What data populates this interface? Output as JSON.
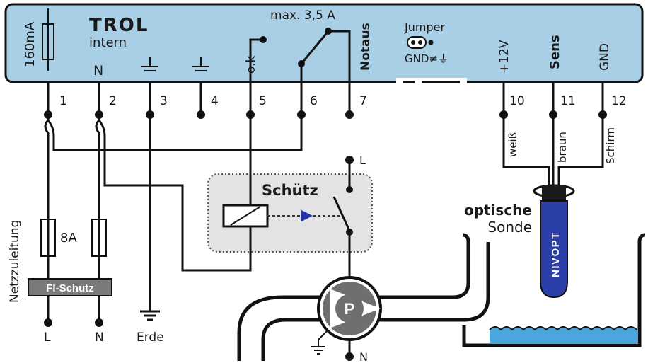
{
  "controller": {
    "brand": "TROL",
    "brand_sub": "intern",
    "fuse": "160mA",
    "relay_rating": "max. 3,5 A",
    "jumper_title": "Jumper",
    "jumper_label": "GND≠⏚",
    "headers": {
      "n": "N",
      "ok": "o.k",
      "notaus": "Notaus",
      "plus12": "+12V",
      "sens": "Sens",
      "gnd": "GND"
    },
    "terminals": [
      "1",
      "2",
      "3",
      "4",
      "5",
      "6",
      "7",
      "10",
      "11",
      "12"
    ]
  },
  "mains": {
    "label": "Netzzuleitung",
    "fuse": "8A",
    "fi": "FI-Schutz",
    "l": "L",
    "n": "N",
    "earth": "Erde"
  },
  "contactor": {
    "label": "Schütz",
    "l_label": "L"
  },
  "pump": {
    "symbol": "P",
    "n_label": "N"
  },
  "cable": {
    "weiss": "weiß",
    "braun": "braun",
    "schirm": "Schirm"
  },
  "sensor": {
    "line1": "optische",
    "line2": "Sonde",
    "brand": "NIVOPT"
  },
  "colors": {
    "panel_fill": "#a9cfe6",
    "fi_box": "#7a7a7a",
    "contactor_bg": "#e3e3e3",
    "pump_gray": "#6f6f6f",
    "probe_blue": "#2b3fa8",
    "water": "#4aa6dc",
    "arrow_blue": "#2233aa"
  }
}
